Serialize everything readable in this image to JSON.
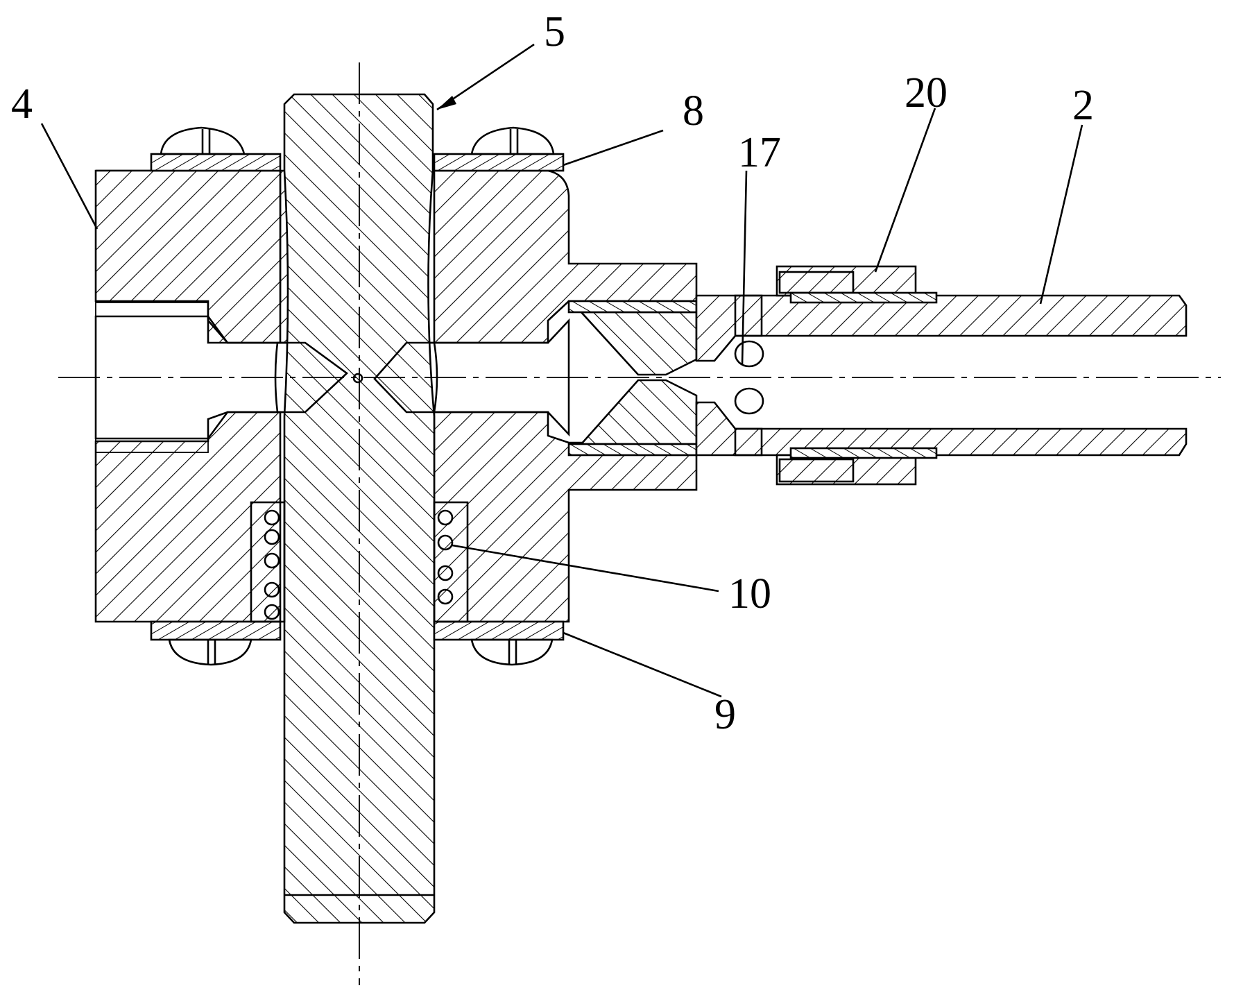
{
  "labels": {
    "l4": "4",
    "l5": "5",
    "l8": "8",
    "l17": "17",
    "l20": "20",
    "l2": "2",
    "l10": "10",
    "l9": "9"
  },
  "colors": {
    "line": "#000000",
    "background": "#ffffff"
  }
}
